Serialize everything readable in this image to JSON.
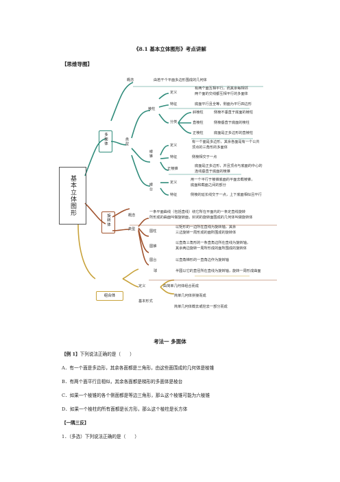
{
  "doc": {
    "title": "《8.1 基本立体图形》考点讲解",
    "section_mindmap": "【思维导图】",
    "heading_method1": "考法一 多面体",
    "example_label": "【例 1】",
    "example_stem": "下列说法正确的是（　　）",
    "options": [
      "A．有一个面是多边形，其余各面都是三角形，由这些面围成的几何体是棱锥",
      "B．有两个面平行且相似，其余各面都是梯形的多面体是棱台",
      "C．如果一个棱锥的各个侧面都是等边三角形，那么这个棱锥可能为六棱锥",
      "D．如果一个棱柱的所有面都是长方形，那么这个棱柱是长方体"
    ],
    "practice_label": "【一隅三反】",
    "practice_q1": "1．（多选）下列说法正确的是（　　）"
  },
  "mindmap": {
    "root": "基本立体图形",
    "polyhedron": "多面体",
    "poly_concept_label": "概念",
    "poly_concept": "由若干个平面多边形围成的几何体",
    "poly_type_label": "类型",
    "prism": "棱柱",
    "prism_def_label": "定义",
    "prism_def": [
      "有两个面互相平行，而其余每相邻",
      "两个面的交线都互相平行的多面体"
    ],
    "prism_feature_label": "特征",
    "prism_feature": "底面平行且全等，侧面为平行四边形",
    "prism_class_label": "分类",
    "oblique_label": "斜棱柱",
    "oblique": "侧棱不垂直于底面的棱柱",
    "right_label": "直棱柱",
    "right": "侧棱垂直于底面的棱柱",
    "regular_label": "正棱柱",
    "regular": "底面是正多边形的直棱柱",
    "pyramid": "棱锥",
    "pyr_def_label": "定义",
    "pyr_def": [
      "有一个面是多边形，其余各面是有一个公共",
      "顶点的三角形的多面体"
    ],
    "pyr_feature_label": "特征",
    "pyr_feature": "侧棱相交于一点",
    "reg_pyr_label": "正棱锥",
    "reg_pyr": [
      "底面是正多边形，并且顶点与底面的中心的",
      "连线垂直于底面的棱锥"
    ],
    "frustum": "棱台",
    "frus_def_label": "定义",
    "frus_def": [
      "用一个平行于棱锥底面的平面去截棱锥，",
      "底面和截面之间的部分"
    ],
    "frus_feature_label": "特征",
    "frus_feature": "侧棱的延长线交于一点，上下底面相似且平行",
    "revolution": "旋转体",
    "rev_concept_label": "概念",
    "rev_concept": [
      "一条平面曲线（包括直线）绕它所在平面内的一条定直线旋转",
      "所形成的曲面叫做旋转面，封闭的旋转面围成的几何体叫做旋转体"
    ],
    "rev_type_label": "类型",
    "cylinder_label": "圆柱",
    "cylinder": [
      "以矩形的一边所在直线为旋转轴，其余",
      "三边旋转一周形成的面所围成的旋转体"
    ],
    "cone_label": "圆锥",
    "cone": [
      "以直角三角形的一条直角边所在直线为旋转轴，",
      "其余两边旋转一周所形成的面所围成的旋转体"
    ],
    "frustum_cone_label": "圆台",
    "frustum_cone": "以直角梯形的一直角边作为旋转轴",
    "sphere_label": "球",
    "sphere": "半圆以它的直径所在直线为旋转轴，旋转一周形成曲面",
    "composite": "组合体",
    "comp_def_label": "定义",
    "comp_def": "由简单几何体组合而成",
    "comp_basic_label": "基本形式",
    "comp_form1": "简单几何体拼接而成",
    "comp_form2": "简单几何体截去或挖去一部分而成"
  },
  "colors": {
    "polyhedron_branch": "#2e8b7a",
    "revolution_branch": "#a0522d",
    "composite_branch": "#c8a23a"
  }
}
